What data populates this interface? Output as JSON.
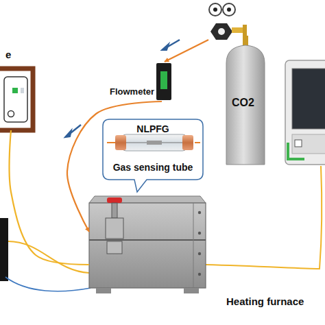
{
  "diagram": {
    "nodes": [
      {
        "text": [
          "e"
        ]
      },
      {
        "text": [
          "Flowmeter"
        ]
      },
      {
        "text": [
          "CO2"
        ]
      },
      {
        "text": [
          "NLPFG",
          "Gas sensing tube"
        ]
      },
      {
        "text": [
          "Heating furnace"
        ]
      }
    ],
    "edges": [
      {
        "from": 2,
        "to": 1,
        "arrow": "to"
      },
      {
        "from": 1,
        "to": 4,
        "arrow": "to"
      },
      {
        "from": 0,
        "to": 4,
        "arrow": "none"
      }
    ]
  }
}
